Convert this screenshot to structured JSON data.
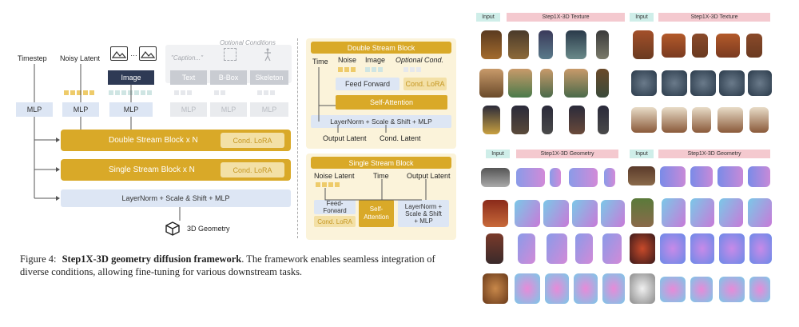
{
  "diagram": {
    "inputs": {
      "timestep": "Timestep",
      "noisy_latent": "Noisy Latent",
      "image": "Image",
      "optional_conditions": "Optional Conditions",
      "caption": "\"Caption...\"",
      "text": "Text",
      "bbox": "B-Box",
      "skeleton": "Skeleton"
    },
    "mlp": "MLP",
    "double_stream": "Double Stream Block  x  N",
    "single_stream": "Single Stream Block  x  N",
    "cond_lora": "Cond. LoRA",
    "layernorm": "LayerNorm + Scale & Shift + MLP",
    "output": "3D Geometry"
  },
  "double_block": {
    "title": "Double Stream Block",
    "time": "Time",
    "noise": "Noise",
    "image": "Image",
    "optional_cond": "Optional Cond.",
    "feed_forward": "Feed Forward",
    "cond_lora": "Cond. LoRA",
    "self_attention": "Self-Attention",
    "layernorm": "LayerNorm + Scale & Shift + MLP",
    "output_latent": "Output Latent",
    "cond_latent": "Cond. Latent"
  },
  "single_block": {
    "title": "Single Stream Block",
    "noise_latent": "Noise Latent",
    "time": "Time",
    "output_latent": "Output Latent",
    "feed_forward": "Feed-\nForward",
    "cond_lora": "Cond. LoRA",
    "self_attention": "Self-\nAttention",
    "layernorm": "LayerNorm +\nScale & Shift\n+ MLP"
  },
  "caption": {
    "figure_label": "Figure 4:",
    "bold_title": "Step1X-3D geometry diffusion framework",
    "text": ". The framework enables seamless integration of diverse conditions, allowing fine-tuning for various downstream tasks."
  },
  "gallery": {
    "texture_left": {
      "input": "Input",
      "title": "Step1X-3D Texture"
    },
    "texture_right": {
      "input": "Input",
      "title": "Step1X-3D Texture"
    },
    "geometry_left": {
      "input": "Input",
      "title": "Step1X-3D Geometry"
    },
    "geometry_right": {
      "input": "Input",
      "title": "Step1X-3D Geometry"
    }
  },
  "colors": {
    "gold": "#d9a928",
    "light_blue": "#dde6f4",
    "navy": "#2e3a55",
    "pink_tag": "#f4c9cf",
    "teal_tag": "#cfeee9"
  }
}
